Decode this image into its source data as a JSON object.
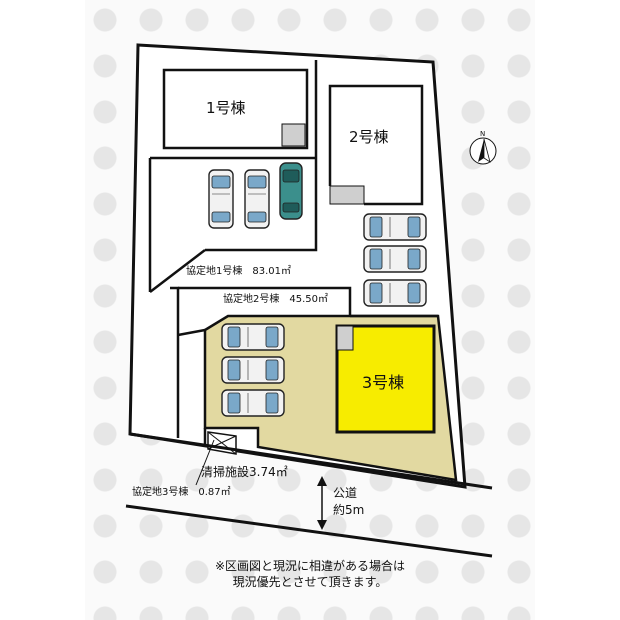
{
  "buildings": {
    "b1": "1号棟",
    "b2": "2号棟",
    "b3": "3号棟"
  },
  "areas": {
    "a1": "協定地1号棟　83.01㎡",
    "a2": "協定地2号棟　45.50㎡",
    "cleaning": "清掃施設3.74㎡",
    "a3": "協定地3号棟　0.87㎡"
  },
  "road": {
    "label": "公道",
    "width": "約5m"
  },
  "compass": "N",
  "notes": {
    "line1": "※区画図と現況に相違がある場合は",
    "line2": "現況優先とさせて頂きます。"
  },
  "colors": {
    "lot3": "#e2d9a1",
    "building3": "#f7ec00",
    "line": "#111111",
    "car_window": "#7aa8c9",
    "car_teal": "#3b8f8c"
  }
}
